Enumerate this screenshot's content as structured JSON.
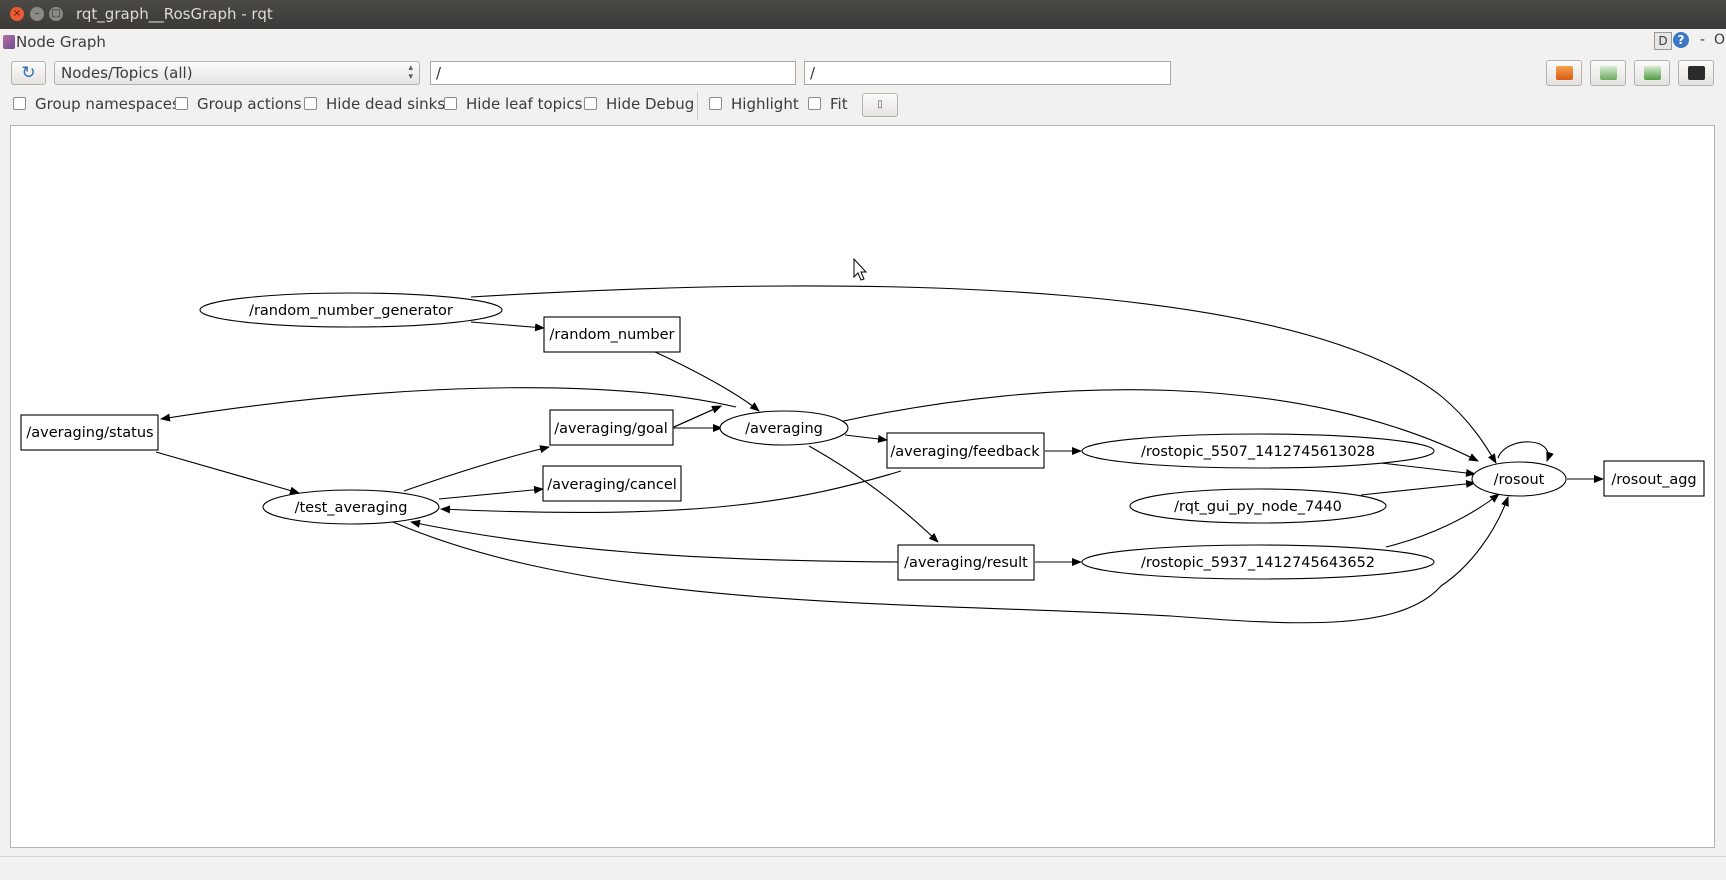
{
  "window": {
    "title": "rqt_graph__RosGraph - rqt",
    "close_glyph": "×",
    "min_glyph": "–",
    "max_glyph": "□"
  },
  "plugin": {
    "title": "Node Graph",
    "d_label": "D",
    "help_label": "?",
    "dash_label": "-",
    "o_label": "O"
  },
  "toolbar": {
    "refresh_icon": "refresh-icon",
    "refresh_glyph": "↻",
    "mode_selected": "Nodes/Topics (all)",
    "combo_arrows": "▴▾",
    "node_filter_value": "/",
    "topic_filter_value": "/",
    "fit_glyph": "▯"
  },
  "options": {
    "group_namespaces": "Group namespaces",
    "group_actions": "Group actions",
    "hide_dead_sinks": "Hide dead sinks",
    "hide_leaf_topics": "Hide leaf topics",
    "hide_debug": "Hide Debug",
    "highlight": "Highlight",
    "fit": "Fit"
  },
  "graph": {
    "nodes": {
      "random_number_generator": "/random_number_generator",
      "random_number": "/random_number",
      "averaging_status": "/averaging/status",
      "averaging_goal": "/averaging/goal",
      "averaging": "/averaging",
      "averaging_cancel": "/averaging/cancel",
      "test_averaging": "/test_averaging",
      "averaging_feedback": "/averaging/feedback",
      "rostopic_5507": "/rostopic_5507_1412745613028",
      "rqt_gui_py_node": "/rqt_gui_py_node_7440",
      "averaging_result": "/averaging/result",
      "rostopic_5937": "/rostopic_5937_1412745643652",
      "rosout": "/rosout",
      "rosout_agg": "/rosout_agg"
    }
  }
}
